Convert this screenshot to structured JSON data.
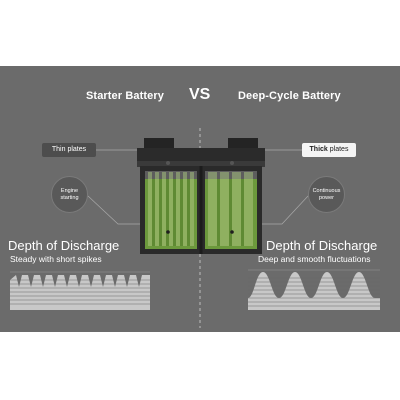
{
  "header": {
    "left_title": "Starter Battery",
    "vs": "VS",
    "right_title": "Deep-Cycle Battery"
  },
  "left": {
    "plate_label_prefix": "Thin",
    "plate_label_suffix": " plates",
    "circle_label_line1": "Engine",
    "circle_label_line2": "starting",
    "dod_title": "Depth of Discharge",
    "dod_subtitle": "Steady with short spikes"
  },
  "right": {
    "plate_label_prefix": "Thick",
    "plate_label_suffix": " plates",
    "circle_label_line1": "Continuous",
    "circle_label_line2": "power",
    "dod_title": "Depth of Discharge",
    "dod_subtitle": "Deep and smooth fluctuations"
  },
  "colors": {
    "background": "#6b6b6b",
    "battery_body": "#2a2a2a",
    "acid_green": "#6f9e3c",
    "plate_gray": "#8a8a8a",
    "wave_fill": "#c8c8c8"
  }
}
